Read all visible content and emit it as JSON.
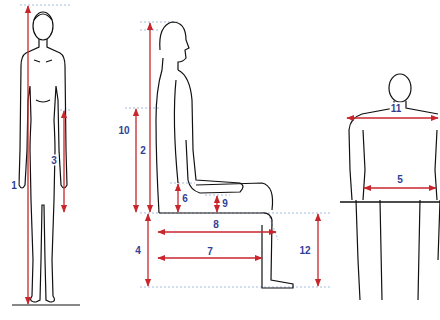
{
  "diagram": {
    "labels": [
      "1",
      "3",
      "10",
      "2",
      "4",
      "6",
      "9",
      "8",
      "7",
      "12",
      "11",
      "5"
    ]
  }
}
